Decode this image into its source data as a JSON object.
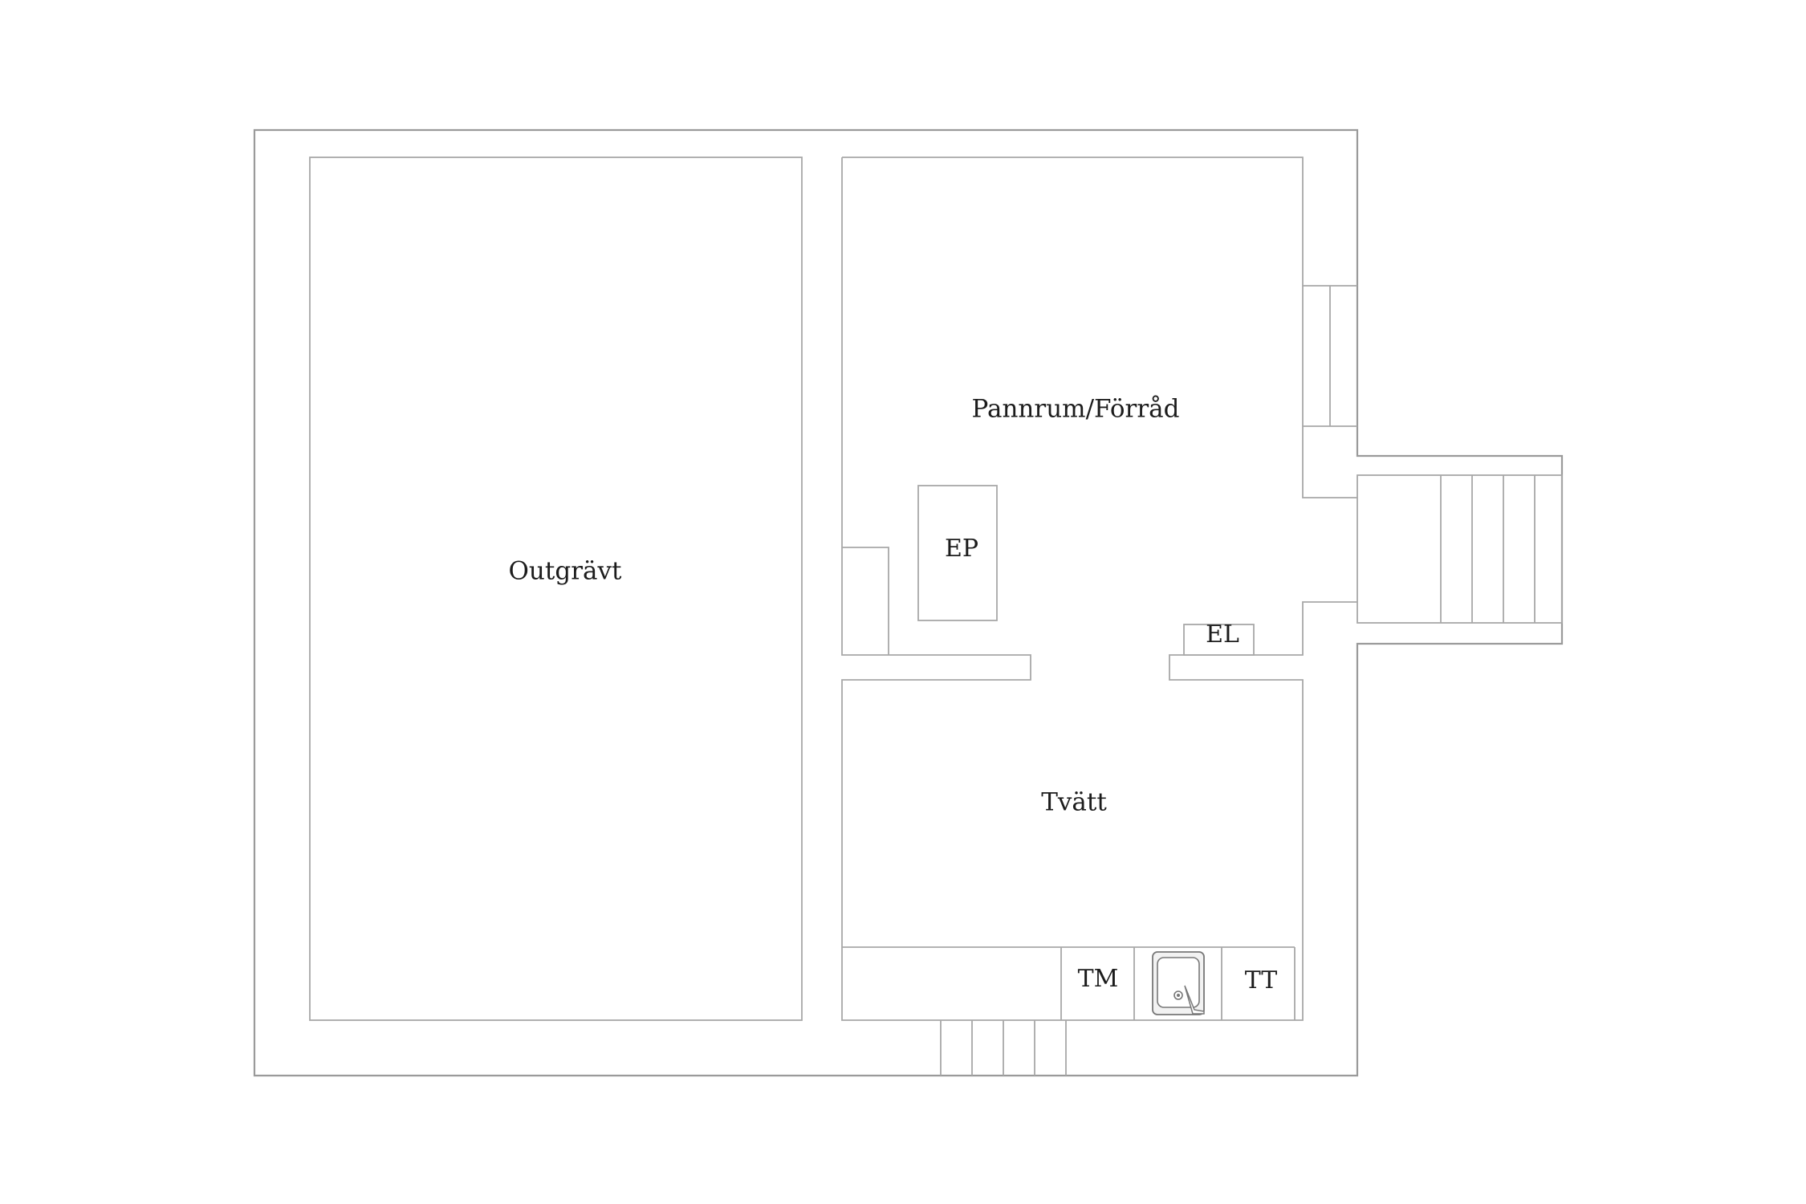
{
  "rooms": {
    "outgravt": "Outgrävt",
    "pannrum": "Pannrum/Förråd",
    "tvatt": "Tvätt"
  },
  "fixtures": {
    "ep": "EP",
    "el": "EL",
    "tm": "TM",
    "tt": "TT"
  },
  "icons": {
    "sink": "sink-icon",
    "stairs": "stairs-icon"
  },
  "colors": {
    "line": "#a8a8a8",
    "text": "#1c1c1c",
    "background": "#ffffff"
  }
}
